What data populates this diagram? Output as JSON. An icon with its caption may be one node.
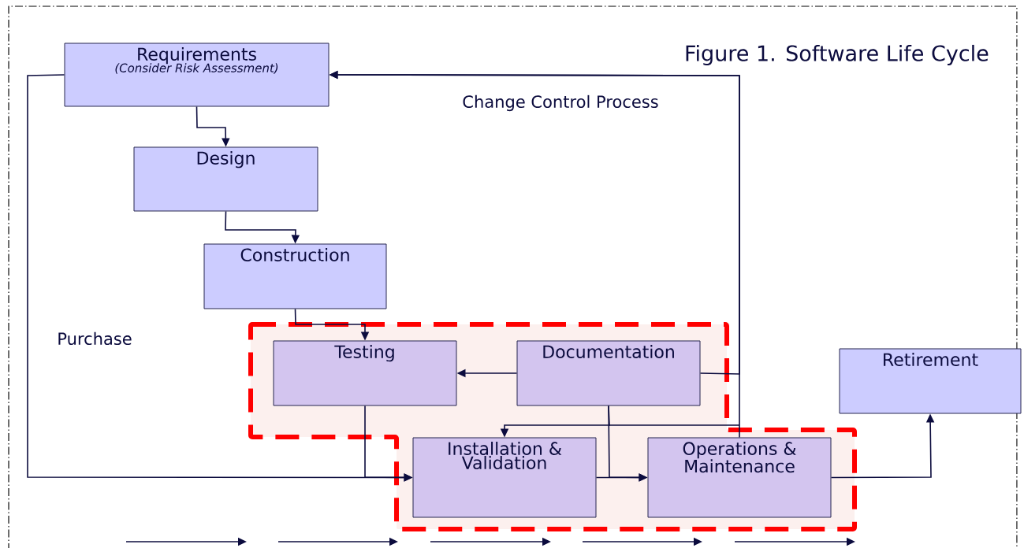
{
  "diagram": {
    "title": "Figure 1. Software Life Cycle",
    "nodes": [
      {
        "text": [
          "Requirements",
          "*(Consider Risk Assessment)*"
        ]
      },
      {
        "text": [
          "Design"
        ]
      },
      {
        "text": [
          "Construction"
        ]
      },
      {
        "text": [
          "Testing"
        ]
      },
      {
        "text": [
          "Documentation"
        ]
      },
      {
        "text": [
          "Retirement"
        ]
      },
      {
        "text": [
          "Installation & Validation"
        ]
      },
      {
        "text": [
          "Operations & Maintenance"
        ]
      }
    ],
    "edges": [
      {
        "from": 0,
        "to": 1,
        "arrow": "to"
      },
      {
        "from": 1,
        "to": 2,
        "arrow": "to"
      },
      {
        "from": 2,
        "to": 3,
        "arrow": "to"
      },
      {
        "from": 4,
        "to": 3,
        "arrow": "to"
      },
      {
        "from": 4,
        "to": 6,
        "arrow": "to"
      },
      {
        "from": 3,
        "to": 6,
        "arrow": "to"
      },
      {
        "from": 0,
        "to": 6,
        "arrow": "to",
        "label": "Purchase"
      },
      {
        "from": 6,
        "to": 7,
        "arrow": "to"
      },
      {
        "from": 4,
        "to": 7,
        "arrow": "to"
      },
      {
        "from": 7,
        "to": 0,
        "arrow": "to",
        "label": "Change Control Process"
      },
      {
        "from": 4,
        "to": 0,
        "arrow": "to"
      },
      {
        "from": 7,
        "to": 5,
        "arrow": "to"
      }
    ]
  }
}
